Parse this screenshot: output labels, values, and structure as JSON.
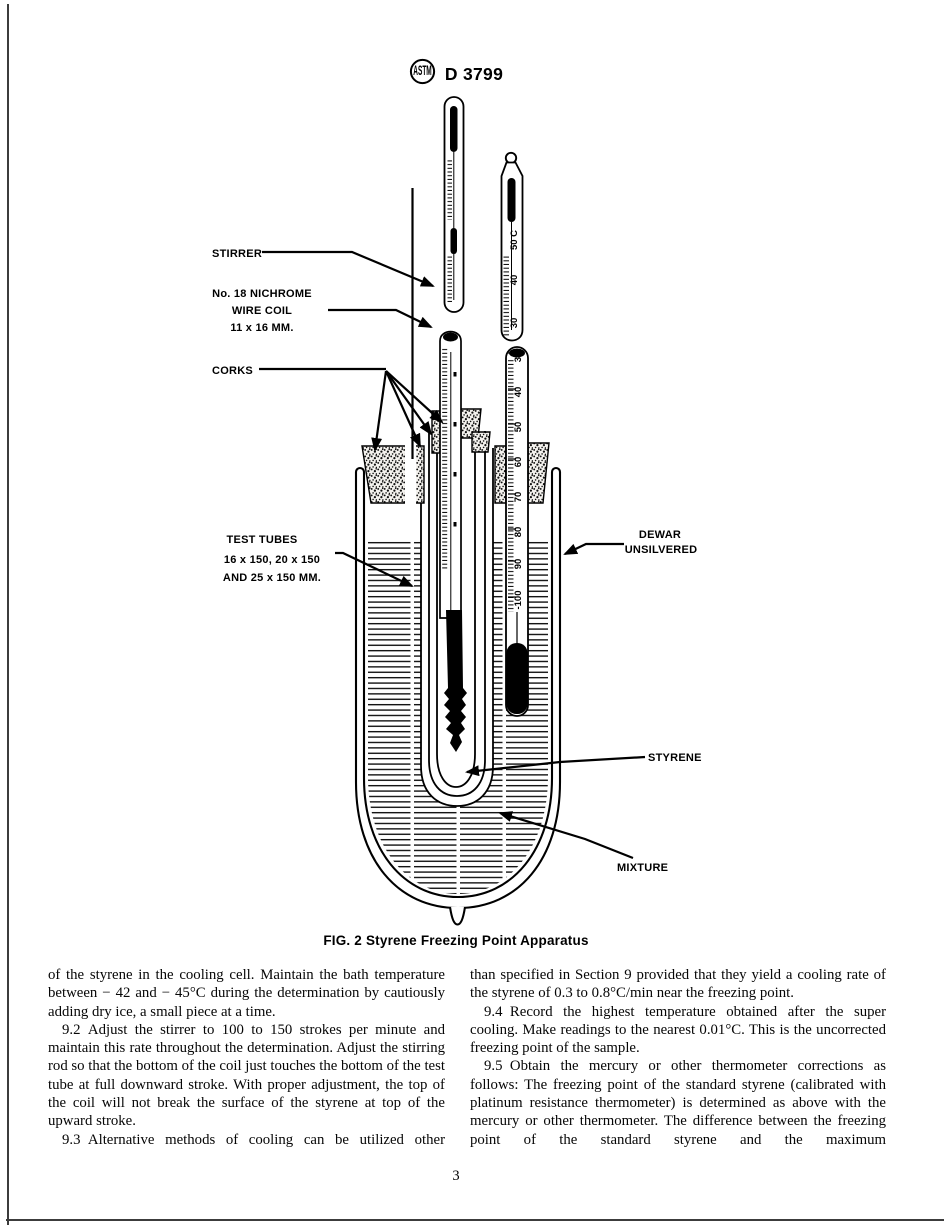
{
  "header": {
    "logo_text": "ASTM",
    "doc_number": "D 3799"
  },
  "figure": {
    "caption": "FIG. 2 Styrene Freezing Point Apparatus",
    "labels": {
      "stirrer": "STIRRER",
      "nichrome1": "No. 18 NICHROME",
      "nichrome2": "WIRE COIL",
      "nichrome3": "11 x 16 MM.",
      "corks": "CORKS",
      "tubes1": "TEST TUBES",
      "tubes2": "16 x 150, 20 x 150",
      "tubes3": "AND 25 x 150 MM.",
      "dewar1": "DEWAR",
      "dewar2": "UNSILVERED",
      "styrene": "STYRENE",
      "mixture": "MIXTURE"
    },
    "hanging_thermo_scale": [
      "50 C",
      "40",
      "30"
    ],
    "inner_thermo_scale": [
      "30",
      "40",
      "50",
      "60",
      "70",
      "80",
      "90",
      "-100"
    ]
  },
  "body": {
    "left": [
      {
        "text": "of the styrene in the cooling cell. Maintain the bath temperature between − 42 and − 45°C during the determination by cautiously adding dry ice, a small piece at a time."
      },
      {
        "text": "9.2 Adjust the stirrer to 100 to 150 strokes per minute and maintain this rate throughout the determination. Adjust the stirring rod so that the bottom of the coil just touches the bottom of the test tube at full downward stroke. With proper adjustment, the top of the coil will not break the surface of the styrene at top of the upward stroke."
      },
      {
        "text": "9.3 Alternative methods of cooling can be utilized other"
      }
    ],
    "right": [
      {
        "text": "than specified in Section 9 provided that they yield a cooling rate of the styrene of 0.3 to 0.8°C/min near the freezing point."
      },
      {
        "text": "9.4 Record the highest temperature obtained after the super cooling. Make readings to the nearest 0.01°C. This is the uncorrected freezing point of the sample."
      },
      {
        "text": "9.5 Obtain the mercury or other thermometer corrections as follows: The freezing point of the standard styrene (calibrated with platinum resistance thermometer) is determined as above with the mercury or other thermometer. The difference between the freezing point of the standard styrene and the maximum"
      }
    ]
  },
  "footer": {
    "page_number": "3"
  }
}
